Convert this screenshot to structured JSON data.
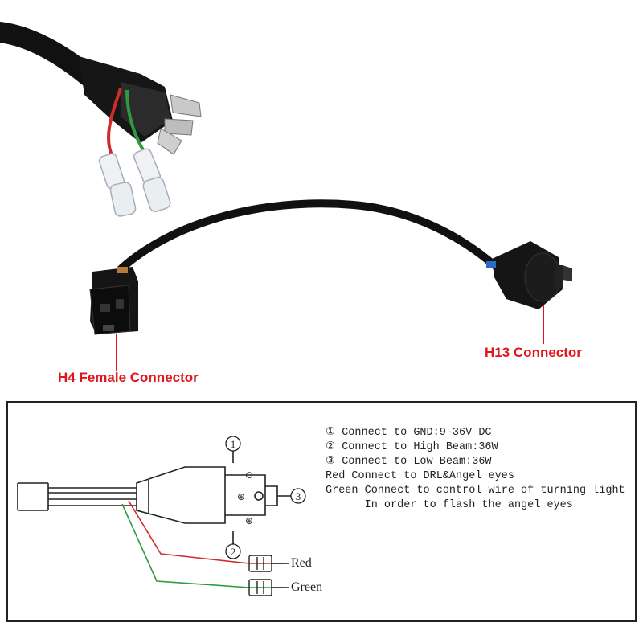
{
  "callouts": {
    "h4": "H4 Female Connector",
    "h13": "H13 Connector"
  },
  "diagram": {
    "pins": {
      "p1": "1",
      "p2": "2",
      "p3": "3"
    },
    "polarity": {
      "minus": "⊖",
      "plus_left": "⊕",
      "plus_bottom": "⊕"
    },
    "wires": {
      "red": "Red",
      "green": "Green"
    },
    "legend": [
      "① Connect to GND:9-36V DC",
      "② Connect to High Beam:36W",
      "③ Connect to Low Beam:36W",
      "Red Connect to DRL&Angel eyes",
      "Green Connect to control wire of turning light",
      "      In order to flash the angel eyes"
    ]
  },
  "colors": {
    "callout": "#e3141b",
    "red_wire": "#d22a2a",
    "green_wire": "#2e9a3e",
    "cable": "#111111"
  },
  "icons": [
    "h4-plug-icon",
    "h4-female-socket-icon",
    "h13-connector-icon",
    "spade-terminal-icon"
  ]
}
